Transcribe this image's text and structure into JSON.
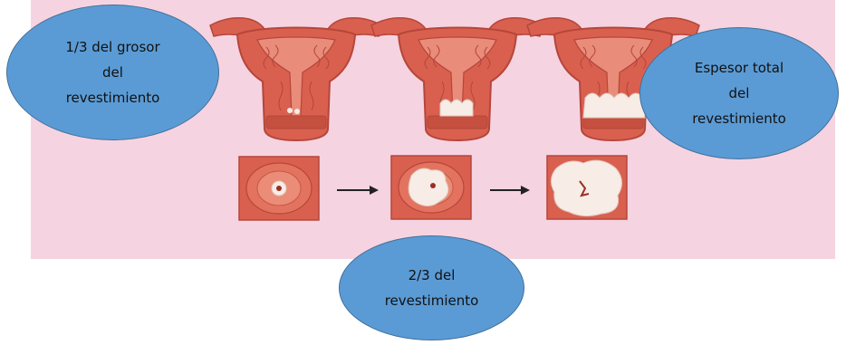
{
  "bubbles": {
    "left": {
      "lines": [
        "1/3 del grosor",
        "del",
        "revestimiento"
      ]
    },
    "right": {
      "lines": [
        "Espesor total",
        "del",
        "revestimiento"
      ]
    },
    "bottom": {
      "lines": [
        "2/3 del",
        "revestimiento"
      ]
    }
  },
  "colors": {
    "panel": "#f6d3e1",
    "tissue": "#d9604f",
    "tissue_dark": "#b5463a",
    "bubble": "#5b9bd5",
    "bubble_border": "#41719c",
    "lesion": "#f7ece6"
  },
  "icons": [
    "uterus-illustration",
    "cervix-view",
    "right-arrow-icon"
  ]
}
